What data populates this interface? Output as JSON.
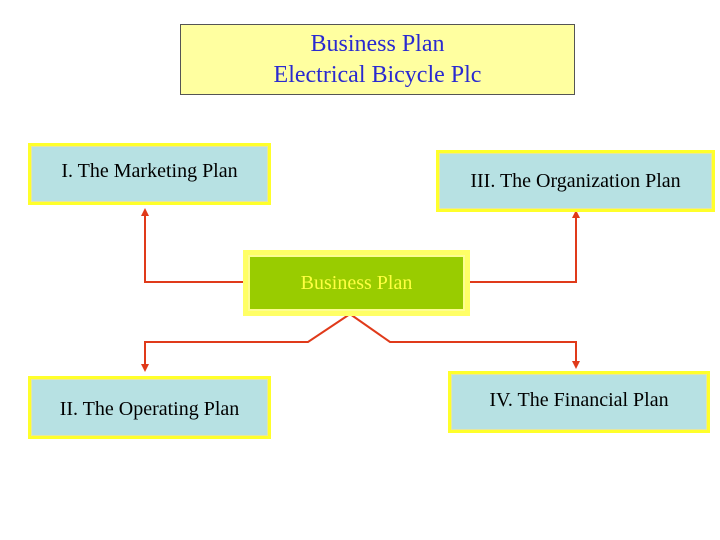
{
  "title": {
    "line1": "Business Plan",
    "line2": "Electrical Bicycle Plc"
  },
  "center": {
    "label": "Business Plan"
  },
  "boxes": {
    "marketing": "I. The Marketing Plan",
    "organization": "III. The Organization Plan",
    "operating": "II. The Operating Plan",
    "financial": "IV. The Financial Plan"
  },
  "colors": {
    "title_bg": "#ffffa0",
    "title_text": "#2a2ad0",
    "box_bg": "#b7e1e3",
    "box_border": "#ffff2a",
    "center_bg": "#99cc00",
    "center_text": "#ffff40",
    "connector": "#e03a1a"
  }
}
